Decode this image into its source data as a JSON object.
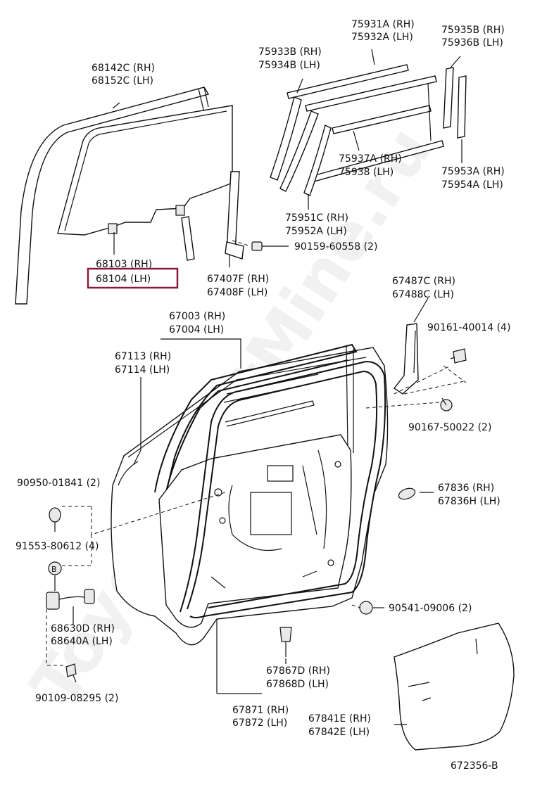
{
  "diagram": {
    "code": "672356-B",
    "watermark": "ToyotaPartMine.ru",
    "highlight_color": "#8b1a3a",
    "labels": {
      "l68142c": "68142C (RH)",
      "l68152c": "68152C (LH)",
      "l68103": "68103 (RH)",
      "l68104": "68104 (LH)",
      "l75931a": "75931A (RH)",
      "l75932a": "75932A (LH)",
      "l75933b": "75933B (RH)",
      "l75934b": "75934B (LH)",
      "l75935b": "75935B (RH)",
      "l75936b": "75936B (LH)",
      "l75937a": "75937A (RH)",
      "l75938": "75938   (LH)",
      "l75953a": "75953A (RH)",
      "l75954a": "75954A (LH)",
      "l75951c": "75951C (RH)",
      "l75952a": "75952A (LH)",
      "l90159": "90159-60558 (2)",
      "l67407f": "67407F (RH)",
      "l67408f": "67408F (LH)",
      "l67487c": "67487C (RH)",
      "l67488c": "67488C (LH)",
      "l67003": "67003 (RH)",
      "l67004": "67004 (LH)",
      "l67113": "67113 (RH)",
      "l67114": "67114 (LH)",
      "l90161": "90161-40014 (4)",
      "l90167": "90167-50022 (2)",
      "l90950": "90950-01841 (2)",
      "l67836": "67836   (RH)",
      "l67836h": "67836H (LH)",
      "l91553": "91553-80612 (4)",
      "l90541": "90541-09006 (2)",
      "l68630d": "68630D (RH)",
      "l68640a": "68640A (LH)",
      "l67867d": "67867D (RH)",
      "l67868d": "67868D (LH)",
      "l90109": "90109-08295 (2)",
      "l67871": "67871 (RH)",
      "l67872": "67872 (LH)",
      "l67841e": "67841E (RH)",
      "l67842e": "67842E (LH)",
      "bolt_letter": "B"
    }
  }
}
